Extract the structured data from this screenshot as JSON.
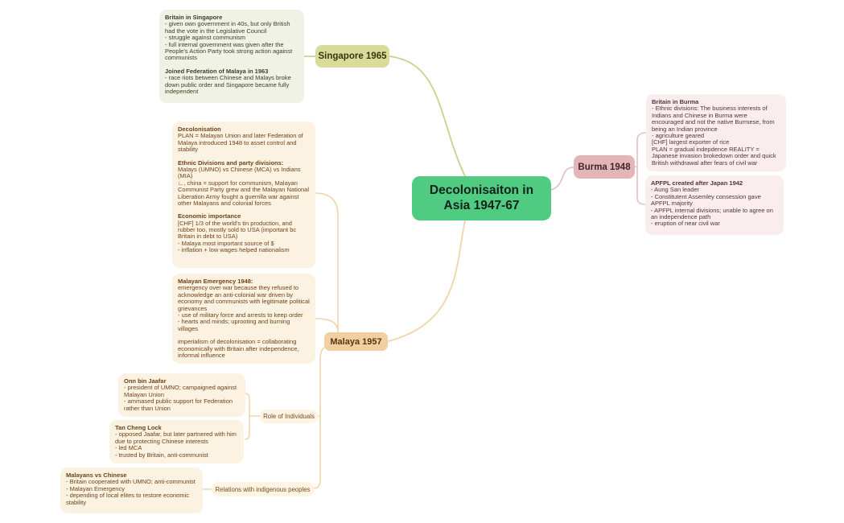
{
  "title": "Decolonisation in Asia mind map",
  "colors": {
    "central_node": "#4fcb82",
    "singapore_node": "#d9dc99",
    "singapore_line": "#ccd08d",
    "singapore_card": "#f0f2e5",
    "burma_node": "#e4b5b8",
    "burma_line": "#e8c0c3",
    "burma_card": "#f9edee",
    "malaya_node": "#f2cfa1",
    "malaya_line": "#f0d5ab",
    "malaya_card": "#fcf2e2"
  },
  "central": {
    "label": "Decolonisaiton in Asia 1947-67"
  },
  "singapore": {
    "node_label": "Singapore 1965",
    "notes": [
      {
        "title": "Britain in Singapore",
        "body": "- given own government in 40s, but only British had the vote in the Legislative Council\n- struggle against communism\n- full internal government was given after the People's Action Party took strong action against communists"
      },
      {
        "title": "Joined Federation of Malaya in 1963",
        "body": "- race riots between Chinese and Malays broke down public order and Singapore became fully independent"
      }
    ]
  },
  "burma": {
    "node_label": "Burma 1948",
    "notes1": [
      {
        "title": "Britain in Burma",
        "body": "- Ethnic divisions: The business interests of Indians and Chinese in Burma were encouraged and not the native Burmese, from being an Indian province\n- agriculture geared\n[CHF] largest exporter of rice\nPLAN = gradual indepdence REALITY = Japanese invasion brokedown order and quick British withdrawal after fears of civil war"
      }
    ],
    "notes2": [
      {
        "title": "APFPL created after Japan 1942",
        "body": "- Aung San leader\n- Constitutent Assemley consession gave APFPL majority\n- APFPL internal divisions; unable to agree on an independence path\n- eruption of near civil war"
      }
    ]
  },
  "malaya": {
    "node_label": "Malaya 1957",
    "notes1": [
      {
        "title": "Decolonisation",
        "body": "PLAN =  Malayan Union and later Federation of Malaya introduced 1948 to asset control and stability"
      },
      {
        "title": "Ethnic Divisions and party divisions:",
        "body": "Malays (UMNO) vs Chinese (MCA) vs Indians (MIA)\n∟, china = support for communism, Malayan Communist Party grew and the Malayan National Liberation Army fought a guerrilla war against other Malayans and colonial forces"
      },
      {
        "title": "Economic importance",
        "body": "[CHF] 1/3 of the world's tin production, and rubber too, mostly sold to USA (important bc Britain in debt to USA)\n- Malaya most important source of $\n- inflation + low wages helped nationalism"
      }
    ],
    "notes2": [
      {
        "title": "Malayan Emergency 1948:",
        "body": "emergency over war because they refused to acknowledge an anti-colonial war driven by economy and communists with legitimate political grievances\n- use of military force and arrests to keep order\n- hearts and minds; uprooting and burning villages"
      },
      {
        "title": "",
        "body": "imperialism of decolonisation = collaborating economically with Britain after independence, informal influence"
      }
    ],
    "sub_labels": {
      "role": "Role of Individuals",
      "relations": "Relations with indigenous peoples"
    },
    "individuals": [
      {
        "title": "Onn bin Jaafar",
        "body": "- president of UMNO; campaigned against Malayan Union\n- ammased public support for Federation rather than Union"
      },
      {
        "title": "Tan Cheng Lock",
        "body": "- opposed Jaafar, but later partnered with him due to protecting Chinese interests\n- led MCA\n- trusted by Britain, anti-communist"
      }
    ],
    "relations_note": {
      "title": "Malayans vs Chinese",
      "body": "- Britain cooperated with UMNO; anti-communist\n- Malayan Emergency\n- depending of local elites to restore economic stability"
    }
  }
}
